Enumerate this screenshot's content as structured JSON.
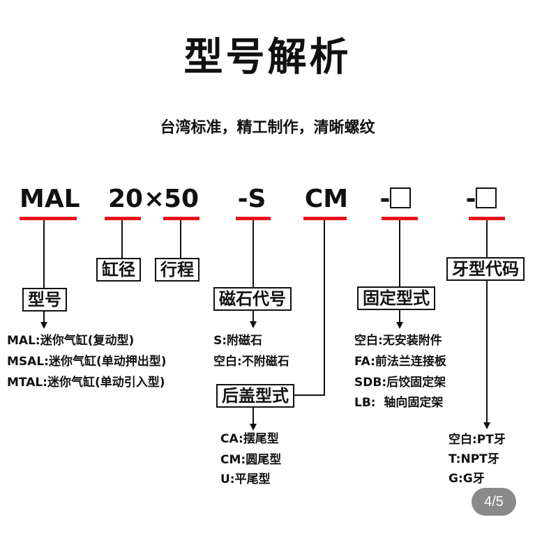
{
  "title": "型号解析",
  "subtitle": "台湾标准，精工制作，清晰螺纹",
  "code": {
    "series": "MAL",
    "bore": "20",
    "times": "×",
    "stroke": "50",
    "magnet": "-S",
    "cover": "CM",
    "mount_prefix": "-",
    "thread_prefix": "-"
  },
  "labels": {
    "type": "型号",
    "bore": "缸径",
    "stroke": "行程",
    "magnet": "磁石代号",
    "cover": "后盖型式",
    "mount": "固定型式",
    "thread": "牙型代码"
  },
  "type_items": [
    "MAL:迷你气缸(复动型)",
    "MSAL:迷你气缸(单动押出型)",
    "MTAL:迷你气缸(单动引入型)"
  ],
  "magnet_items": [
    "S:附磁石",
    "空白:不附磁石"
  ],
  "cover_items": [
    "CA:摆尾型",
    "CM:圆尾型",
    "U:平尾型"
  ],
  "mount_items": [
    "空白:无安装附件",
    "FA:前法兰连接板",
    "SDB:后饺固定架",
    "LB:  轴向固定架"
  ],
  "thread_items": [
    "空白:PT牙",
    "T:NPT牙",
    "G:G牙"
  ],
  "page_indicator": "4/5",
  "colors": {
    "underline": "#e8141b",
    "text": "#111111",
    "badge": "#8a8a8a"
  }
}
